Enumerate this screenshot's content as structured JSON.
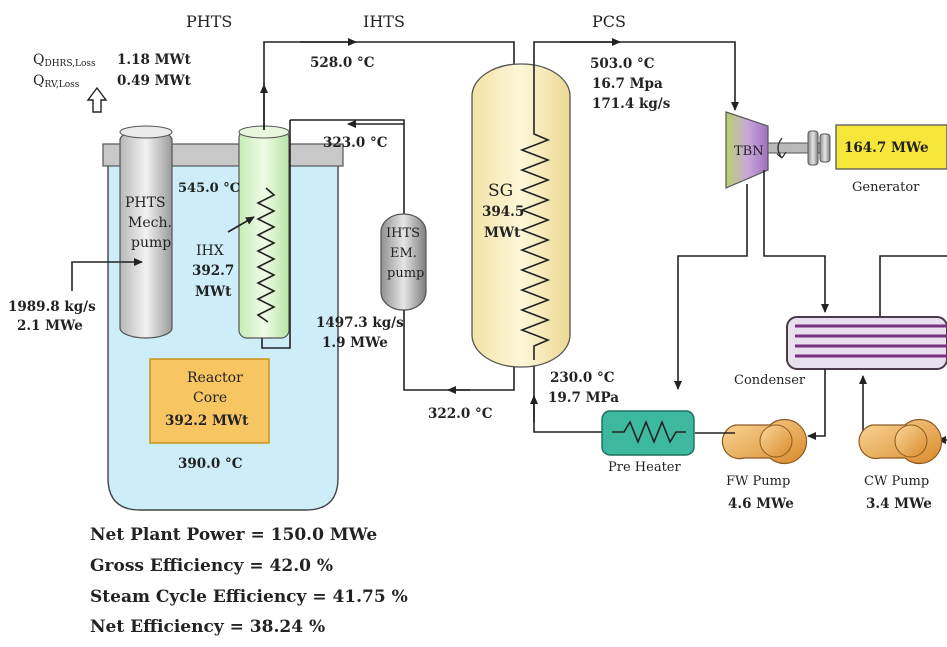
{
  "sections": {
    "phts": "PHTS",
    "ihts": "IHTS",
    "pcs": "PCS"
  },
  "losses": {
    "dhrs_label": "Q",
    "dhrs_sub": "DHRS,Loss",
    "dhrs_value": "1.18 MWt",
    "rv_label": "Q",
    "rv_sub": "RV,Loss",
    "rv_value": "0.49 MWt"
  },
  "pump_phts": {
    "line1": "PHTS",
    "line2": "Mech.",
    "line3": "pump"
  },
  "phts_flow": {
    "rate": "1989.8 kg/s",
    "power": "2.1 MWe"
  },
  "ihx": {
    "label": "IHX",
    "power": "392.7",
    "unit": "MWt",
    "inlet_temp": "545.0 °C"
  },
  "reactor": {
    "line1": "Reactor",
    "line2": "Core",
    "power": "392.2 MWt",
    "pool_temp": "390.0 °C"
  },
  "ihts": {
    "hot_temp": "528.0 °C",
    "return_temp": "323.0 °C",
    "cold_temp": "322.0 °C",
    "pump_line1": "IHTS",
    "pump_line2": "EM.",
    "pump_line3": "pump",
    "flow_rate": "1497.3 kg/s",
    "pump_power": "1.9 MWe"
  },
  "sg": {
    "label": "SG",
    "power": "394.5",
    "unit": "MWt"
  },
  "steam": {
    "temp": "503.0 °C",
    "pressure": "16.7 Mpa",
    "flow": "171.4 kg/s"
  },
  "feedwater": {
    "temp": "230.0 °C",
    "pressure": "19.7 MPa"
  },
  "turbine": {
    "label": "TBN"
  },
  "generator": {
    "power": "164.7 MWe",
    "label": "Generator"
  },
  "condenser": {
    "label": "Condenser"
  },
  "preheater": {
    "label": "Pre Heater"
  },
  "fw_pump": {
    "label": "FW Pump",
    "power": "4.6 MWe"
  },
  "cw_pump": {
    "label": "CW Pump",
    "power": "3.4 MWe"
  },
  "summary": [
    "Net Plant Power = 150.0 MWe",
    "Gross Efficiency = 42.0 %",
    "Steam Cycle Efficiency = 41.75 %",
    "Net Efficiency = 38.24 %"
  ],
  "colors": {
    "pool": "#cdeef8",
    "vessel_top": "#c8c8c8",
    "ihx": "#d4f2c8",
    "core_fill": "#f7c561",
    "core_stroke": "#c8941c",
    "sg_fill": "#fbf0c8",
    "generator": "#f6e63a",
    "preheater": "#3fb8a0",
    "pump": "#e8a040"
  }
}
